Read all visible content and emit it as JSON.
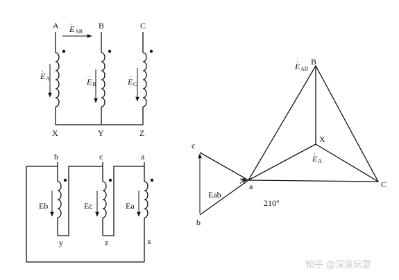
{
  "primary": {
    "terminals_top": [
      "A",
      "B",
      "C"
    ],
    "terminals_bottom": [
      "X",
      "Y",
      "Z"
    ],
    "emf_AB": {
      "main": "E",
      "sub": "AB"
    },
    "emf_A": {
      "main": "E",
      "sub": "A"
    },
    "emf_B": {
      "main": "E",
      "sub": "B"
    },
    "emf_C": {
      "main": "E",
      "sub": "C"
    }
  },
  "secondary": {
    "terminals_top": [
      "b",
      "c",
      "a"
    ],
    "terminals_bottom": [
      "y",
      "z",
      "x"
    ],
    "emf_labels": [
      "Eb",
      "Ec",
      "Ea"
    ]
  },
  "phasor": {
    "vertex_A": "A",
    "vertex_a": "a",
    "vertex_B": "B",
    "vertex_C": "C",
    "vertex_X": "X",
    "vertex_c": "c",
    "vertex_b": "b",
    "emf_AB": {
      "main": "E",
      "sub": "AB"
    },
    "emf_A": {
      "main": "E",
      "sub": "A"
    },
    "label_Eab": "Eab",
    "angle": "210°"
  },
  "watermark": "知乎 @深度玩耍"
}
